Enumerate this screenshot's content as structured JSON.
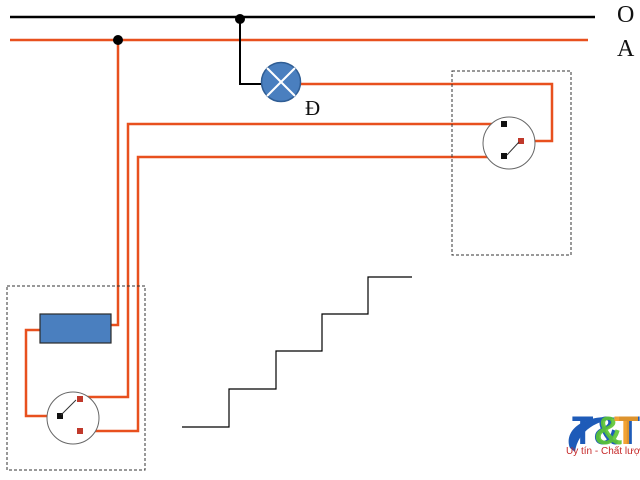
{
  "labels": {
    "neutral": "O",
    "phase": "A",
    "lamp": "Đ"
  },
  "logo": {
    "letters": "T&T",
    "tagline": "Uy tín - Chất lượ"
  },
  "colors": {
    "neutral_wire": "#000000",
    "phase_wire": "#e8501e",
    "lamp_fill": "#4a7fbf",
    "fuse_fill": "#4a7fbf",
    "terminal": "#c0392b",
    "logo_blue": "#1e5bb8",
    "logo_green": "#5cc633",
    "logo_orange": "#f29a1f"
  }
}
